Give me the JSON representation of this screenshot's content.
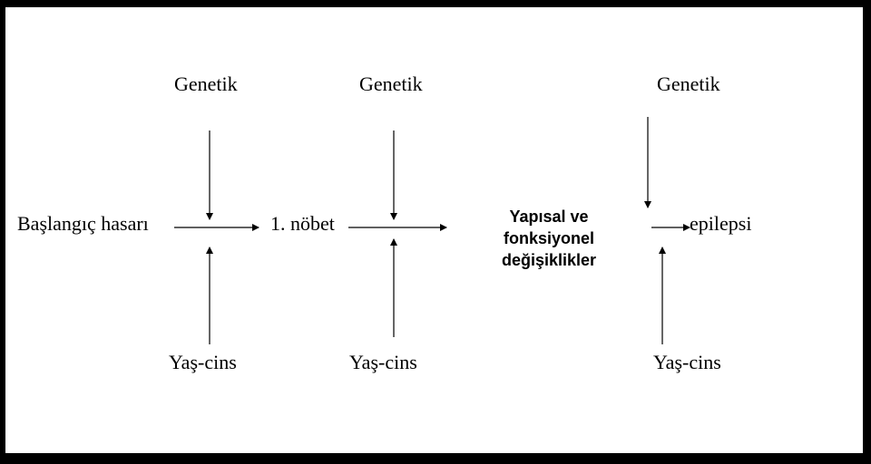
{
  "nodes": {
    "initial_damage": "Başlangıç hasarı",
    "first_seizure": "1. nöbet",
    "structural_line1": "Yapısal ve",
    "structural_line2": "fonksiyonel",
    "structural_line3": "değişiklikler",
    "epilepsy": "epilepsi"
  },
  "factors": {
    "genetic_1": "Genetik",
    "genetic_2": "Genetik",
    "genetic_3": "Genetik",
    "age_sex_1": "Yaş-cins",
    "age_sex_2": "Yaş-cins",
    "age_sex_3": "Yaş-cins"
  }
}
